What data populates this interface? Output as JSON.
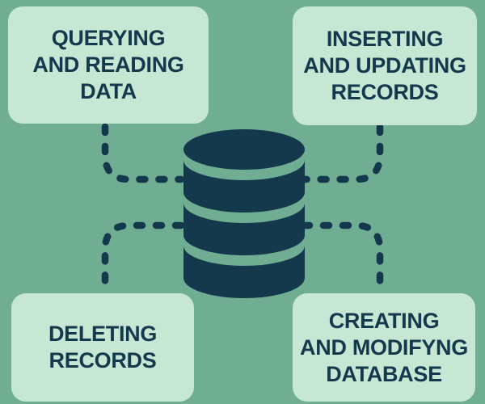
{
  "palette": {
    "background": "#6FAE92",
    "card": "#C7E7D5",
    "ink": "#14384C"
  },
  "diagram": {
    "type": "database-operations-infographic",
    "center": {
      "icon": "database-icon"
    },
    "nodes": {
      "top_left": {
        "lines": [
          "QUERYING",
          "AND READING",
          "DATA"
        ]
      },
      "top_right": {
        "lines": [
          "INSERTING",
          "AND UPDATING",
          "RECORDS"
        ]
      },
      "bottom_left": {
        "lines": [
          "DELETING",
          "RECORDS"
        ]
      },
      "bottom_right": {
        "lines": [
          "CREATING",
          "AND MODIFYNG",
          "DATABASE"
        ]
      }
    }
  }
}
